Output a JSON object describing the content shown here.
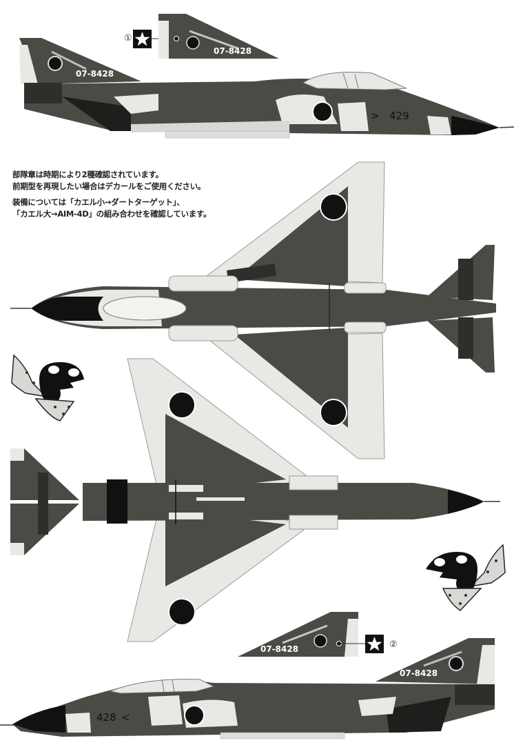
{
  "document": {
    "type": "painting-and-markings-guide",
    "aircraft": "F-4EJ",
    "colors": {
      "background": "#ffffff",
      "camo_dark": "#4a4b45",
      "camo_darker": "#2e2f2b",
      "camo_light": "#e8e8e4",
      "black": "#111111",
      "hinomaru": "#111111"
    }
  },
  "notes": {
    "para1": {
      "line1": "部隊章は時期により2種確認されています。",
      "line2": "前期型を再現したい場合はデカールをご使用ください。"
    },
    "para2": {
      "line1": "装備については「カエル小→ダートターゲット」、",
      "line2": "「カエル大→AIM-4D」の組み合わせを確認しています。"
    }
  },
  "views": {
    "left_side": {
      "tail_serial": "07-8428",
      "nose_number": "429",
      "fin_inset_serial": "07-8428",
      "callout_number": "①",
      "callout_icon": "star-icon"
    },
    "top": {
      "label": "top-view"
    },
    "bottom": {
      "label": "bottom-view"
    },
    "right_side": {
      "tail_serial": "07-8428",
      "nose_number": "428",
      "fin_inset_serial": "07-8428",
      "callout_number": "②",
      "callout_icon": "star-icon"
    }
  },
  "emblems": [
    {
      "name": "frog-emblem-left",
      "facing": "right"
    },
    {
      "name": "frog-emblem-right",
      "facing": "left"
    }
  ]
}
